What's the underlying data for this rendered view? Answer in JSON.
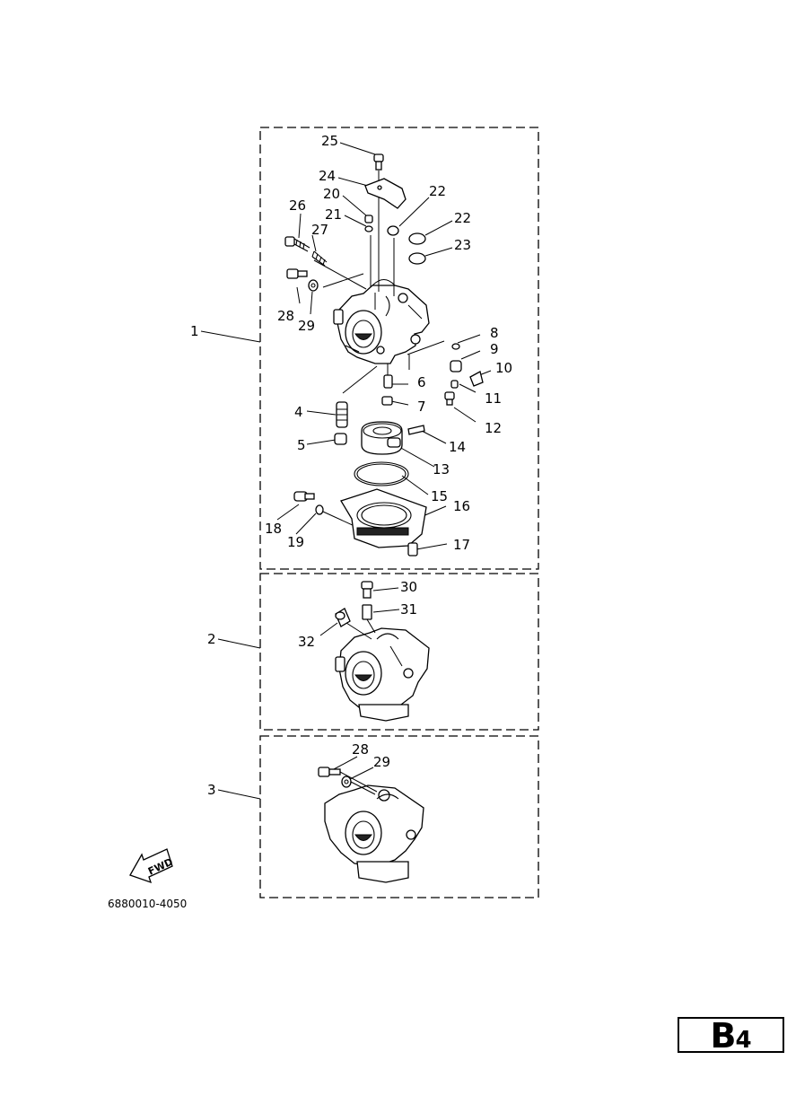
{
  "diagram": {
    "group_labels": [
      "1",
      "2",
      "3"
    ],
    "parts": {
      "p1": "25",
      "p2": "24",
      "p3": "20",
      "p4": "22",
      "p5": "21",
      "p6": "26",
      "p7": "27",
      "p8": "22",
      "p9": "23",
      "p10": "28",
      "p11": "29",
      "p12": "8",
      "p13": "9",
      "p14": "10",
      "p15": "11",
      "p16": "6",
      "p17": "7",
      "p18": "4",
      "p19": "12",
      "p20": "5",
      "p21": "14",
      "p22": "13",
      "p23": "15",
      "p24": "16",
      "p25": "18",
      "p26": "19",
      "p27": "17",
      "p28": "30",
      "p29": "31",
      "p30": "32",
      "p31": "28",
      "p32": "29"
    },
    "fwd_label": "FWD",
    "part_code": "6880010-4050"
  },
  "page_label": {
    "letter": "B",
    "number": "4"
  }
}
